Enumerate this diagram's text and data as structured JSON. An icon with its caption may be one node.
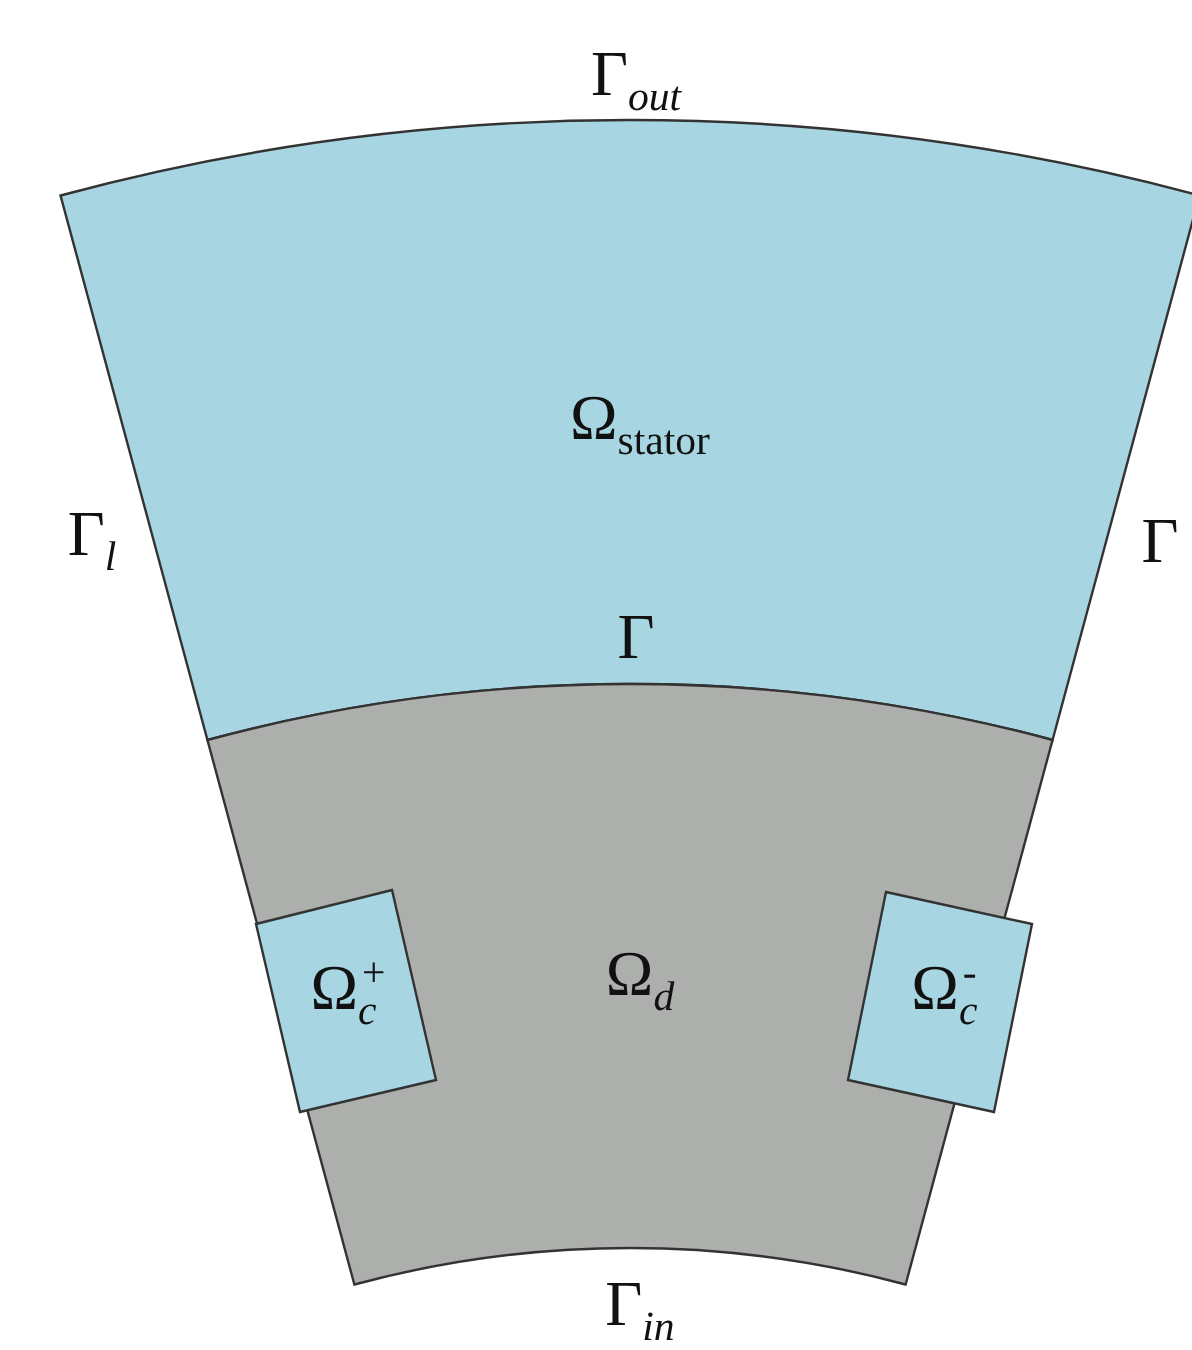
{
  "diagram": {
    "nodes": [
      {
        "text": [
          "Ω$_{stator}$"
        ]
      },
      {
        "text": [
          "Ω$_{d}$"
        ]
      },
      {
        "text": [
          "Ω$_{c}$$^{+}$"
        ],
        "in": 1
      },
      {
        "text": [
          "Ω$_{c}$$^{-}$"
        ],
        "in": 1
      }
    ],
    "labels": [
      "Γ$_{out}$",
      "Γ$_{l}$",
      "Γ",
      "Γ",
      "Γ$_{in}$"
    ]
  }
}
